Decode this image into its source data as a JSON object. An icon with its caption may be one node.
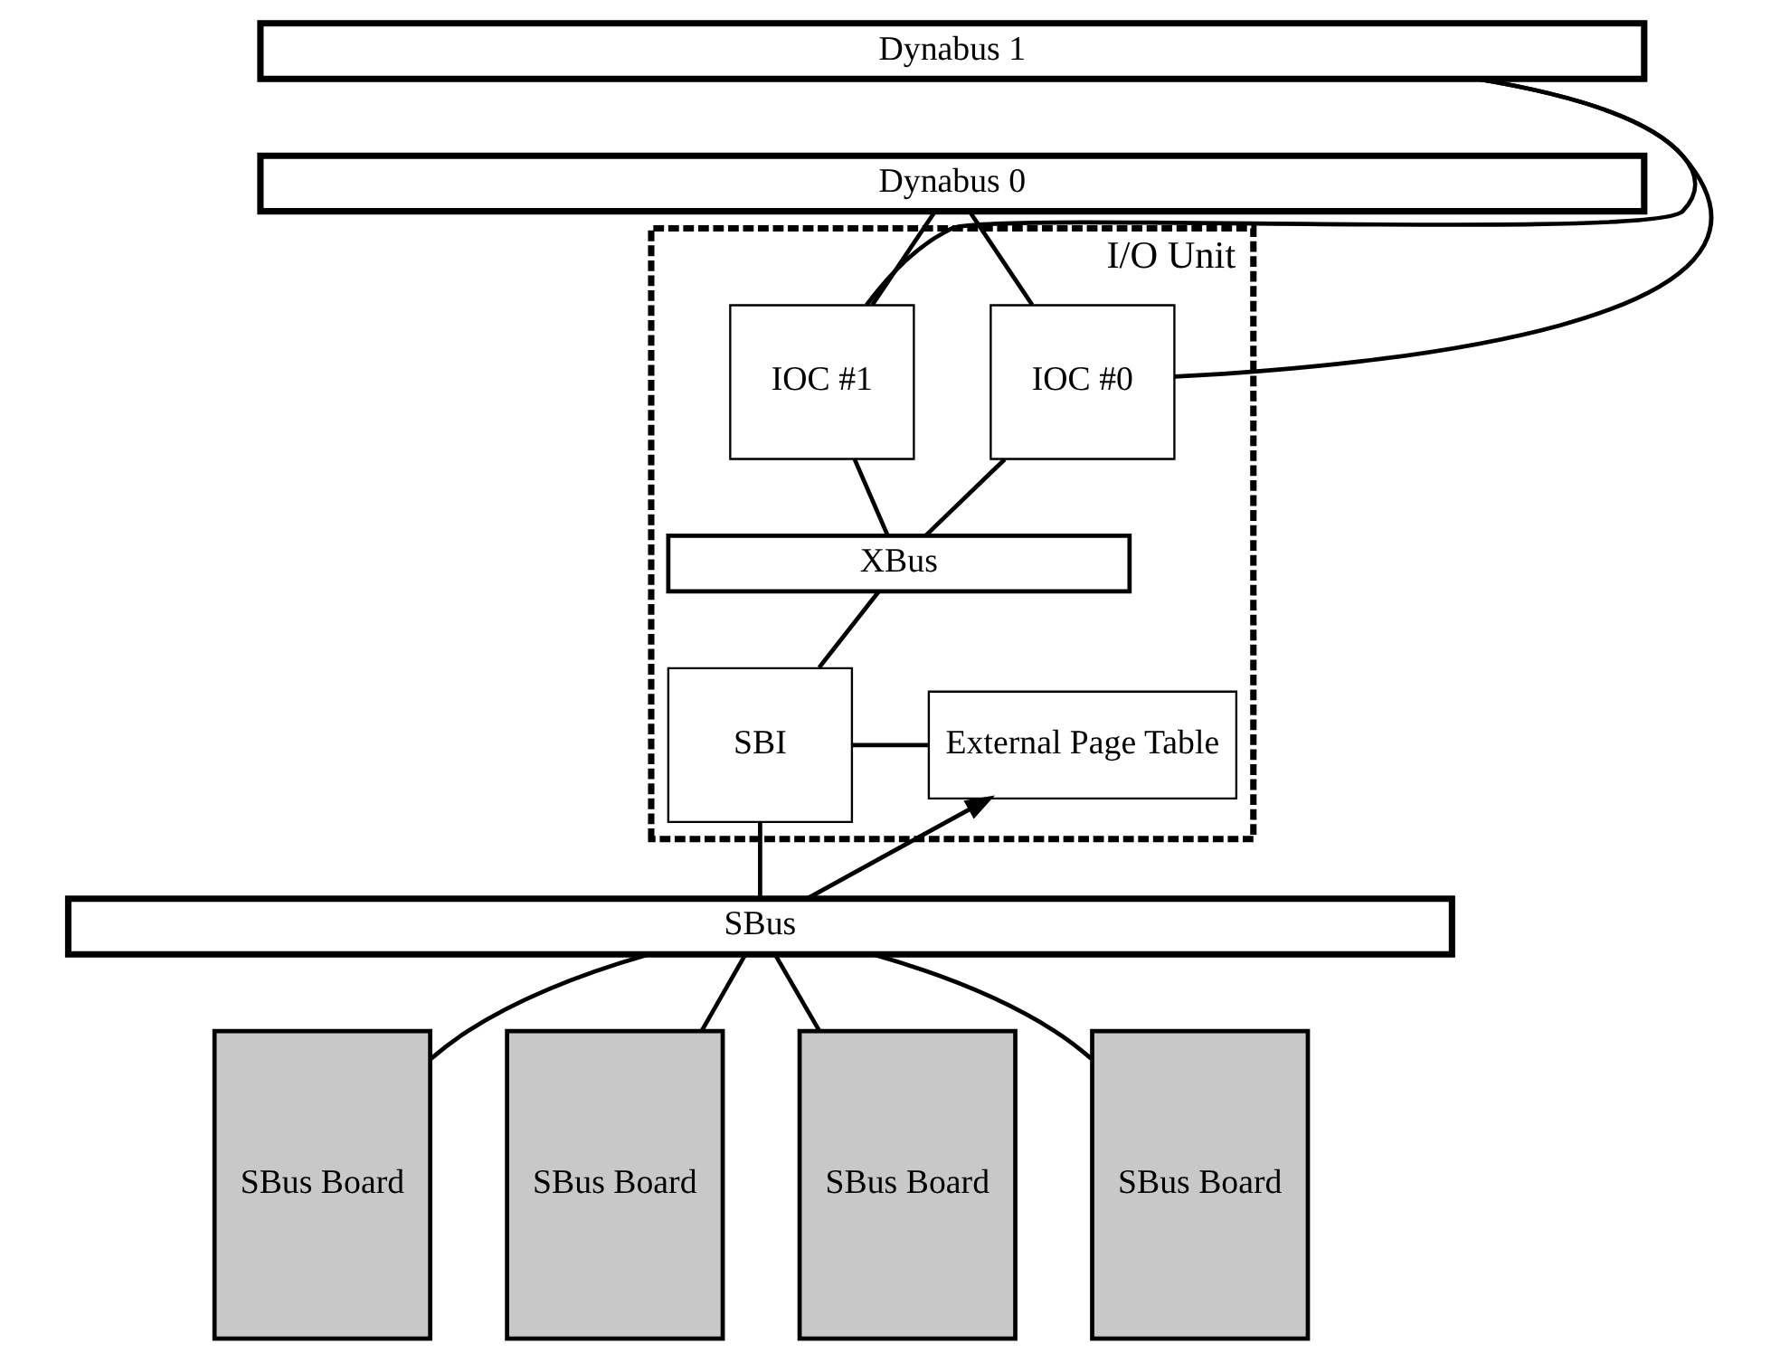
{
  "diagram": {
    "nodes": [
      {
        "text": [
          "Dynabus 1"
        ]
      },
      {
        "text": [
          "Dynabus 0"
        ]
      },
      {
        "text": [
          "I/O Unit"
        ]
      },
      {
        "text": [
          "IOC #0"
        ],
        "in": 2
      },
      {
        "text": [
          "IOC #1"
        ],
        "in": 2
      },
      {
        "text": [
          "XBus"
        ],
        "in": 2
      },
      {
        "text": [
          "SBI"
        ],
        "in": 2
      },
      {
        "text": [
          "External Page Table"
        ],
        "in": 2
      },
      {
        "text": [
          "SBus"
        ]
      },
      {
        "text": [
          "SBus Board"
        ]
      },
      {
        "text": [
          "SBus Board"
        ]
      },
      {
        "text": [
          "SBus Board"
        ]
      },
      {
        "text": [
          "SBus Board"
        ]
      }
    ],
    "edges": [
      {
        "from": 3,
        "to": 0,
        "arrow": "none"
      },
      {
        "from": 3,
        "to": 1,
        "arrow": "none"
      },
      {
        "from": 4,
        "to": 0,
        "arrow": "none"
      },
      {
        "from": 4,
        "to": 1,
        "arrow": "none"
      },
      {
        "from": 3,
        "to": 5,
        "arrow": "none"
      },
      {
        "from": 4,
        "to": 5,
        "arrow": "none"
      },
      {
        "from": 5,
        "to": 6,
        "arrow": "none"
      },
      {
        "from": 6,
        "to": 7,
        "arrow": "none"
      },
      {
        "from": 6,
        "to": 8,
        "arrow": "none"
      },
      {
        "from": 8,
        "to": 7,
        "arrow": "to"
      },
      {
        "from": 8,
        "to": 9,
        "arrow": "none"
      },
      {
        "from": 8,
        "to": 10,
        "arrow": "none"
      },
      {
        "from": 8,
        "to": 11,
        "arrow": "none"
      },
      {
        "from": 8,
        "to": 12,
        "arrow": "none"
      }
    ]
  }
}
